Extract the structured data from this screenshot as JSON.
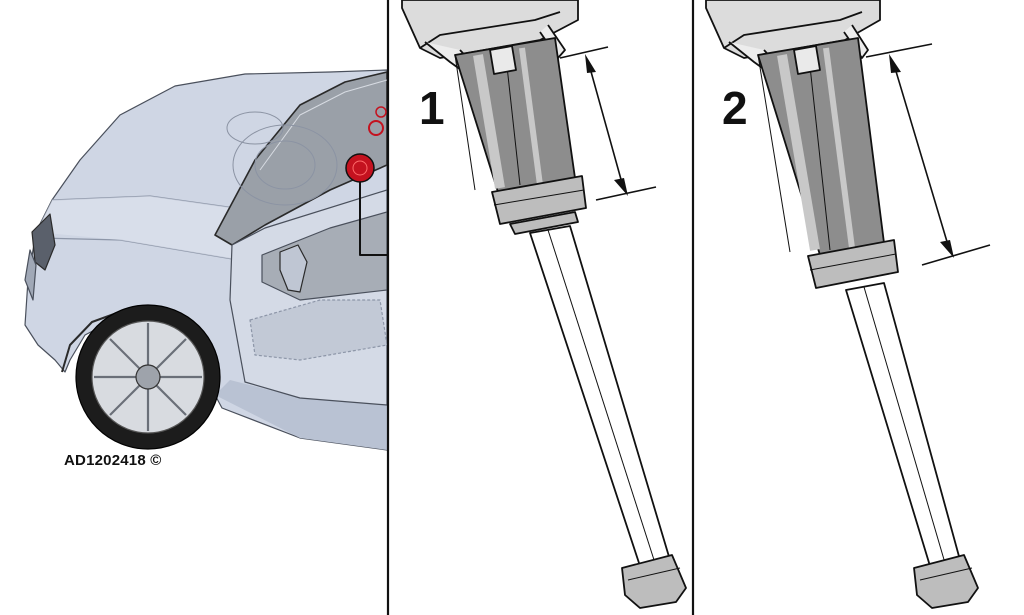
{
  "figure": {
    "code": "AD1202418 ©",
    "panels": [
      {
        "number": "1",
        "stage": "short"
      },
      {
        "number": "2",
        "stage": "extended"
      }
    ]
  },
  "colors": {
    "car_body": "#cfd6e4",
    "car_shadow": "#b9c2d3",
    "glass": "#9aa0a8",
    "tire": "#1c1c1c",
    "rim": "#d8dbe0",
    "marker_red": "#c4121f",
    "tube_dark": "#8d8d8d",
    "tube_light": "#c8c8c8",
    "line": "#111111"
  }
}
